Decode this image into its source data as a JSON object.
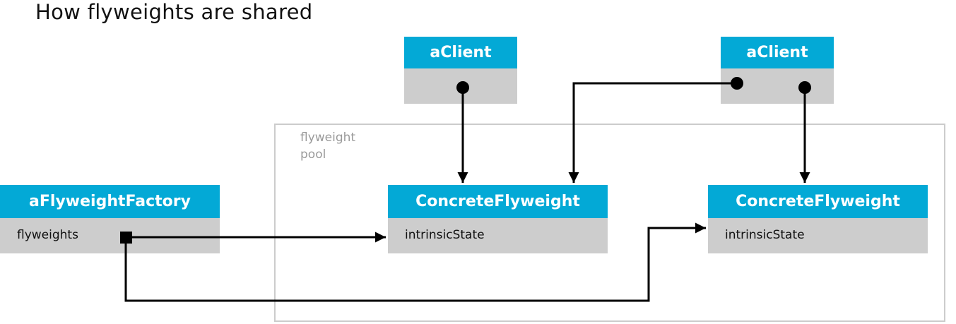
{
  "title": "How flyweights are shared",
  "pool": {
    "label_line1": "flyweight",
    "label_line2": "pool"
  },
  "objects": {
    "client_left": {
      "name": "aClient",
      "body": ""
    },
    "client_right": {
      "name": "aClient",
      "body": ""
    },
    "factory": {
      "name": "aFlyweightFactory",
      "body": "flyweights"
    },
    "flyweight_left": {
      "name": "ConcreteFlyweight",
      "body": "intrinsicState"
    },
    "flyweight_right": {
      "name": "ConcreteFlyweight",
      "body": "intrinsicState"
    }
  },
  "colors": {
    "header": "#03a9d6",
    "body": "#cdcdcd",
    "pool_border": "#cccccc",
    "arrow": "#000000"
  }
}
